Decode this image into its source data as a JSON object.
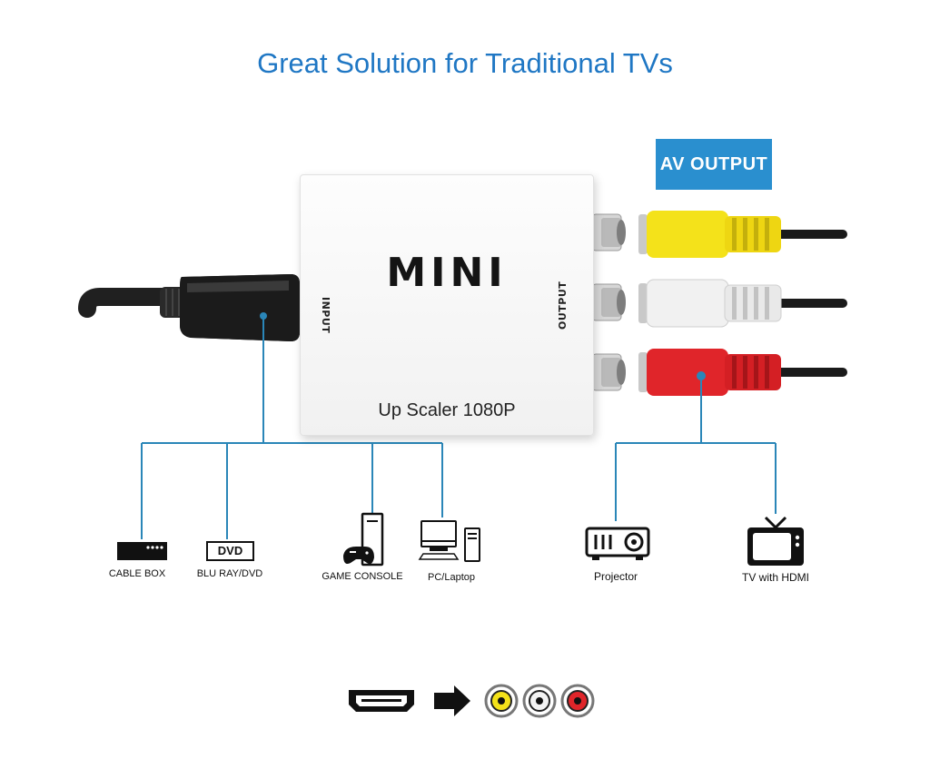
{
  "headline": "Great Solution for Traditional TVs",
  "av_badge": "AV OUTPUT",
  "converter": {
    "brand": "MINI",
    "input_label": "INPUT",
    "output_label": "OUTPUT",
    "model": "Up Scaler 1080P"
  },
  "devices": {
    "cable_box": "CABLE BOX",
    "blu_ray": "BLU RAY/DVD",
    "dvd_logo": "DVD",
    "game_console": "GAME CONSOLE",
    "pc_laptop": "PC/Laptop",
    "projector": "Projector",
    "tv": "TV with HDMI"
  },
  "colors": {
    "headline": "#1f77c4",
    "badge": "#2a8fcf",
    "connector_line": "#2a86b8",
    "yellow_plug": "#f4e21a",
    "white_plug": "#eeeeee",
    "red_plug": "#e0252a"
  }
}
